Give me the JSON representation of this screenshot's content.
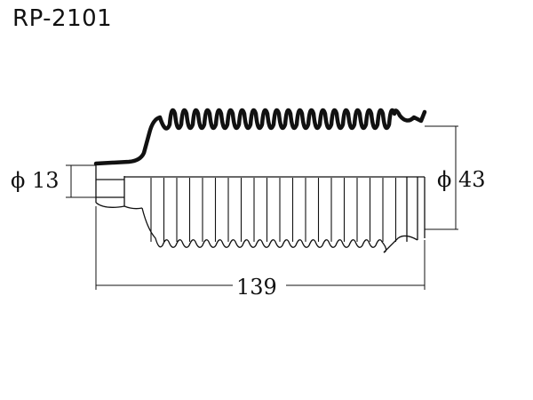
{
  "part_number": "RP-2101",
  "dimensions": {
    "small_diameter": "ϕ 13",
    "large_diameter": "ϕ 43",
    "length": "139"
  },
  "colors": {
    "line": "#111111",
    "background": "#ffffff"
  }
}
